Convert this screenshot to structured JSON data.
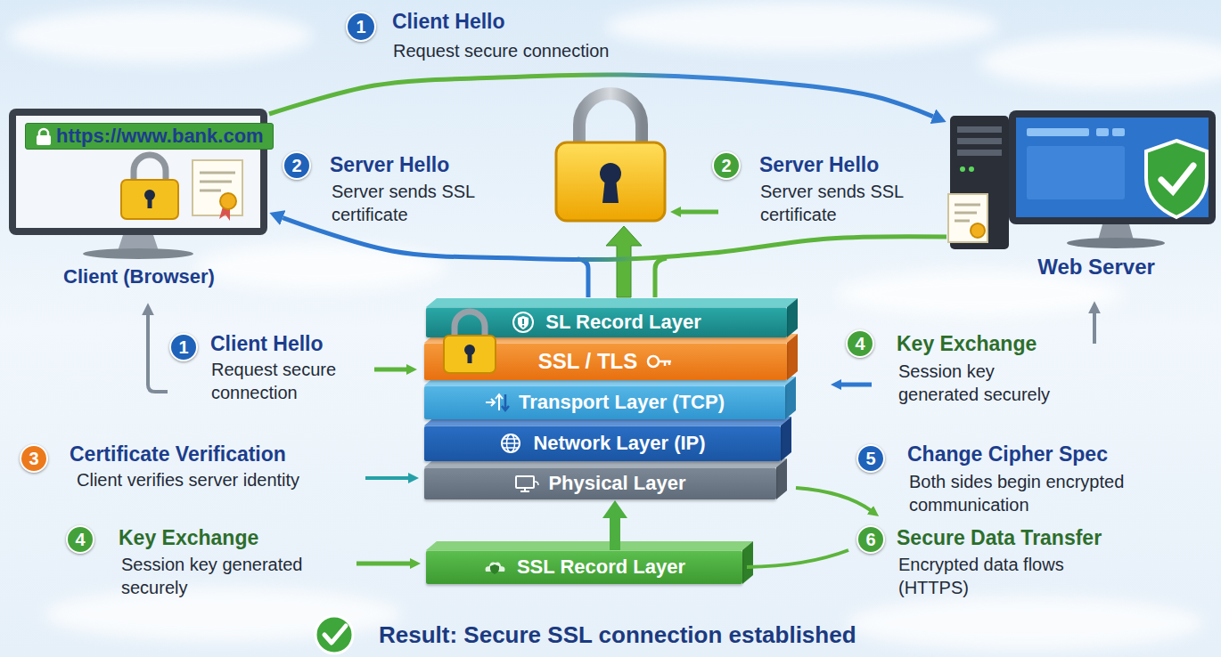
{
  "diagram": {
    "caption": "Result: Secure SSL connection established",
    "nodes": [
      {
        "text": [
          "Client (Browser)"
        ]
      },
      {
        "text": [
          "https://www.bank.com"
        ],
        "in": 0
      },
      {
        "text": [
          "Web Server"
        ]
      },
      {
        "text": [
          "SL Record Layer"
        ]
      },
      {
        "text": [
          "SSL / TLS"
        ]
      },
      {
        "text": [
          "Transport Layer (TCP)"
        ]
      },
      {
        "text": [
          "Network Layer (IP)"
        ]
      },
      {
        "text": [
          "Physical Layer"
        ]
      },
      {
        "text": [
          "SSL Record Layer"
        ]
      }
    ],
    "edges": [
      {
        "from": 0,
        "to": 2,
        "arrow": "to"
      },
      {
        "from": 2,
        "to": 0,
        "arrow": "to"
      },
      {
        "from": 8,
        "to": 7,
        "arrow": "to"
      }
    ],
    "labels": [
      "1",
      "Client Hello",
      "Request secure connection",
      "2",
      "Server Hello",
      "Server sends SSL certificate",
      "2",
      "Server Hello",
      "Server sends SSL certificate",
      "1",
      "Client Hello",
      "Request secure connection",
      "4",
      "Key Exchange",
      "Session key generated securely",
      "3",
      "Certificate Verification",
      "Client verifies server identity",
      "5",
      "Change Cipher Spec",
      "Both sides begin encrypted communication",
      "4",
      "Key Exchange",
      "Session key generated securely",
      "6",
      "Secure Data Transfer",
      "Encrypted data flows (HTTPS)"
    ]
  }
}
